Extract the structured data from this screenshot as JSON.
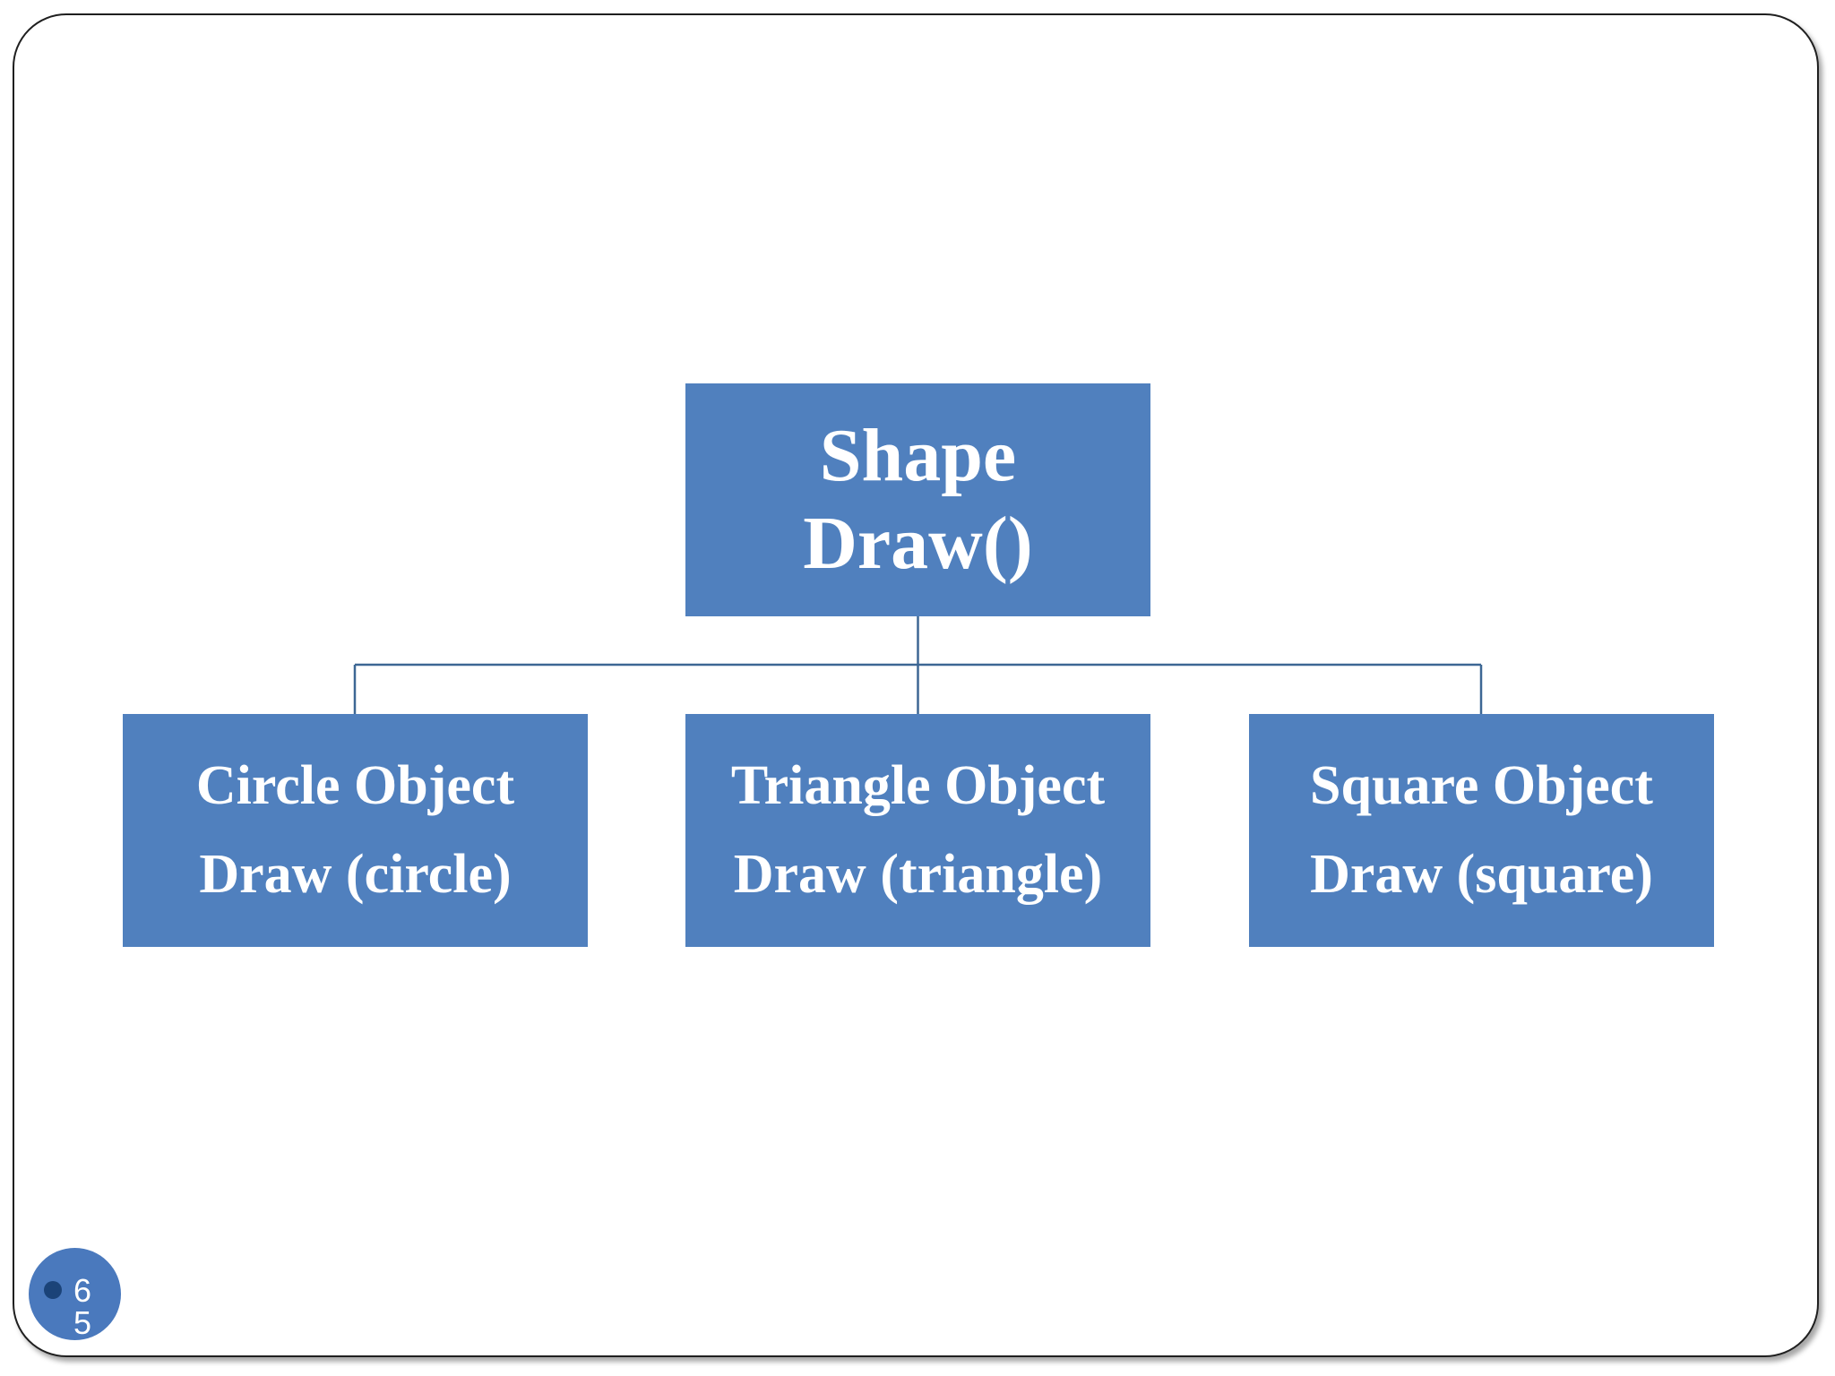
{
  "diagram": {
    "root": {
      "lines": [
        "Shape",
        "Draw()"
      ]
    },
    "children": [
      {
        "lines": [
          "Circle Object",
          "Draw (circle)"
        ]
      },
      {
        "lines": [
          "Triangle Object",
          "Draw (triangle)"
        ]
      },
      {
        "lines": [
          "Square Object",
          "Draw (square)"
        ]
      }
    ]
  },
  "slide": {
    "page_number": "65"
  },
  "colors": {
    "node_fill": "#5080be",
    "node_text": "#ffffff",
    "connector": "#3d6794",
    "page_badge": "#4a79bd",
    "page_badge_bullet": "#1b4378"
  }
}
